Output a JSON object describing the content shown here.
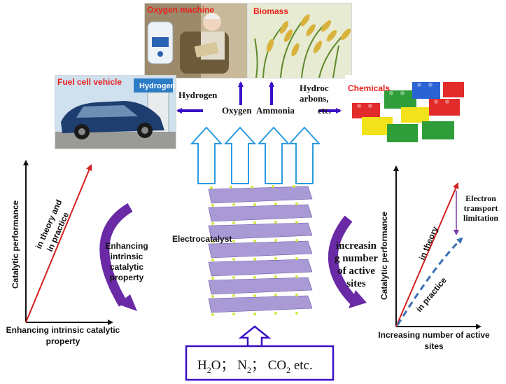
{
  "photos": {
    "oxygen_machine": "Oxygen machine",
    "biomass": "Biomass",
    "fuel_cell_vehicle": "Fuel cell vehicle",
    "chemicals": "Chemicals",
    "hydrogen_station_sign": "Hydrogen"
  },
  "products": {
    "hydrogen": "Hydrogen",
    "oxygen": "Oxygen",
    "ammonia": "Ammonia",
    "hydrocarbons_line1": "Hydroc",
    "hydrocarbons_line2": "arbons,",
    "hydrocarbons_line3": "etc."
  },
  "center": {
    "electrocatalyst": "Electrocatalyst",
    "feedstock_h2o": "H",
    "feedstock_h2o_sub": "2",
    "feedstock_h2o_tail": "O；",
    "feedstock_n2": "N",
    "feedstock_n2_sub": "2",
    "feedstock_n2_tail": "；",
    "feedstock_co2": "CO",
    "feedstock_co2_sub": "2",
    "feedstock_co2_tail": " etc."
  },
  "left_strategy": {
    "line1": "Enhancing",
    "line2": "intrinsic",
    "line3": "catalytic",
    "line4": "property"
  },
  "right_strategy": {
    "line1": "increasin",
    "line2": "g number",
    "line3": "of active",
    "line4": "sites"
  },
  "left_plot": {
    "ylabel": "Catalytic performance",
    "xlabel_line1": "Enhancing intrinsic catalytic",
    "xlabel_line2": "property",
    "line_label_1": "in theory and",
    "line_label_2": "in practice"
  },
  "right_plot": {
    "ylabel": "Catalytic performance",
    "xlabel_line1": "Increasing number of active",
    "xlabel_line2": "sites",
    "theory_label": "in theory",
    "practice_label": "in practice",
    "limit_line1": "Electron",
    "limit_line2": "transport",
    "limit_line3": "limitation"
  },
  "colors": {
    "arrow_purple": "#3a10c8",
    "curve_purple": "#6a2aa6",
    "theory_red": "#d42020",
    "practice_blue": "#3a6fb5",
    "label_red": "#e8201a",
    "upward_arrow_blue": "#2a9be0",
    "feed_box": "#3a10c8"
  }
}
